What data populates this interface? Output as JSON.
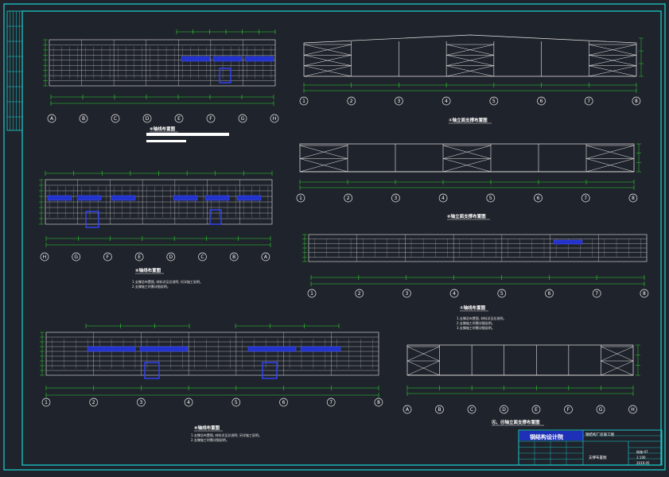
{
  "colors": {
    "background": "#1f232b",
    "frame": "#19d4d4",
    "structure": "#e8e8e8",
    "dimension": "#2fd52f",
    "highlight": "#2233cc",
    "text": "#ffffff",
    "titlebar": "#1e2fb8"
  },
  "drawings": [
    {
      "id": "plan-a",
      "title": "⑧轴线布置图",
      "notes": []
    },
    {
      "id": "elev-top",
      "title": "①轴立面支撑布置图",
      "notes": []
    },
    {
      "id": "plan-b",
      "title": "⑧轴线布置图",
      "notes": [
        "1.支撑总布置图, 材料详见总说明, 另详施工说明。",
        "2.支撑施工时需详细说明。"
      ]
    },
    {
      "id": "elev-mid",
      "title": "⑧轴立面支撑布置图",
      "notes": []
    },
    {
      "id": "plan-c",
      "title": "⑧轴线布置图",
      "notes": [
        "1.支撑总布置图, 材料详见总说明, 另详施工说明。",
        "2.支撑施工时需详细说明。"
      ]
    },
    {
      "id": "plan-d",
      "title": "①轴线布置图",
      "notes": [
        "1.支撑总布置图, 材料详见总说明。",
        "2.支撑施工时需详细说明。",
        "3.支撑施工时需详细说明。"
      ]
    },
    {
      "id": "elev-right",
      "title": "Ⓐ、Ⓗ轴立面支撑布置图",
      "notes": []
    }
  ],
  "axes": {
    "numeric": [
      "1",
      "2",
      "3",
      "4",
      "5",
      "6",
      "7",
      "8"
    ],
    "letters_forward": [
      "A",
      "B",
      "C",
      "D",
      "E",
      "F",
      "G",
      "H"
    ],
    "letters_reverse": [
      "H",
      "G",
      "F",
      "E",
      "D",
      "C",
      "B",
      "A"
    ]
  },
  "title_block": {
    "institute": "钢结构设计院",
    "project": "钢结构厂房施工图",
    "drawing_name": "支撑布置图",
    "sheet_no": "结施-07",
    "scale": "1:100",
    "date": "2019.05"
  }
}
